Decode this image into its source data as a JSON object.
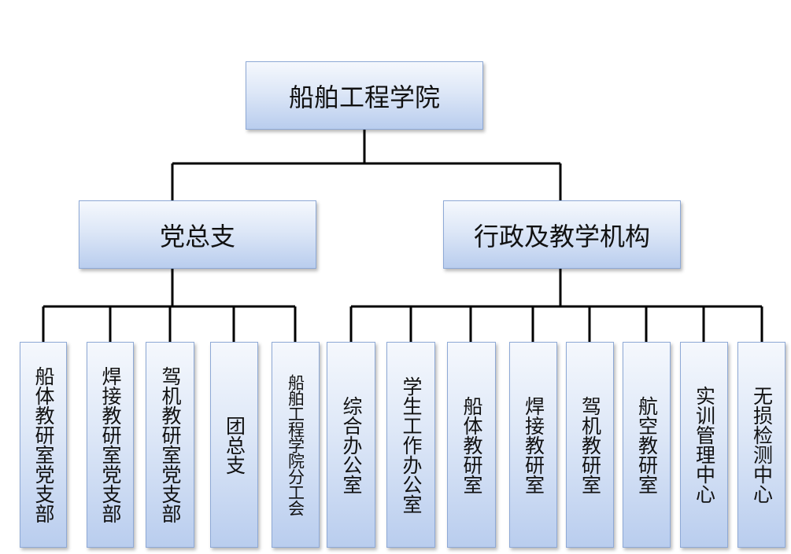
{
  "org_chart": {
    "root": {
      "label": "船舶工程学院"
    },
    "branches": [
      {
        "label": "党总支",
        "children": [
          "船体教研室党支部",
          "焊接教研室党支部",
          "驾机教研室党支部",
          "团总支",
          "船舶工程学院分工会"
        ]
      },
      {
        "label": "行政及教学机构",
        "children": [
          "综合办公室",
          "学生工作办公室",
          "船体教研室",
          "焊接教研室",
          "驾机教研室",
          "航空教研室",
          "实训管理中心",
          "无损检测中心"
        ]
      }
    ]
  }
}
